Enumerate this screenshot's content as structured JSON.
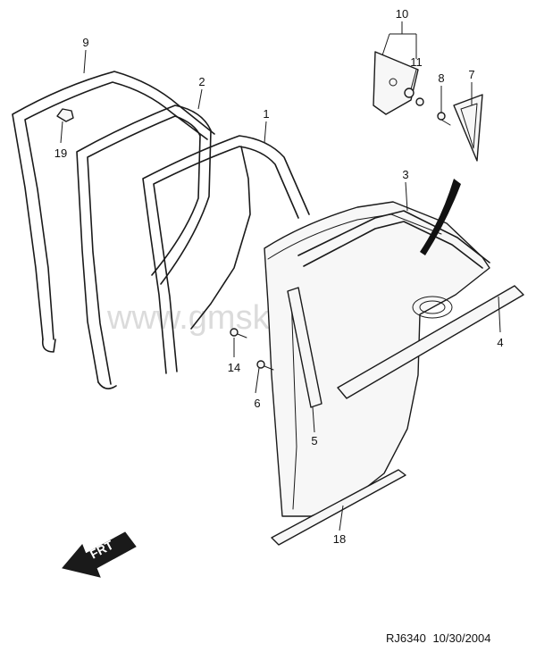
{
  "watermark": "www.gmsklad.ru",
  "direction_arrow": {
    "label": "FRT"
  },
  "callouts": {
    "p1": "1",
    "p2": "2",
    "p3": "3",
    "p4": "4",
    "p5": "5",
    "p6": "6",
    "p7": "7",
    "p8": "8",
    "p9": "9",
    "p10": "10",
    "p11": "11",
    "p14": "14",
    "p18": "18",
    "p19": "19"
  },
  "footer": {
    "code": "RJ6340",
    "date": "10/30/2004"
  }
}
